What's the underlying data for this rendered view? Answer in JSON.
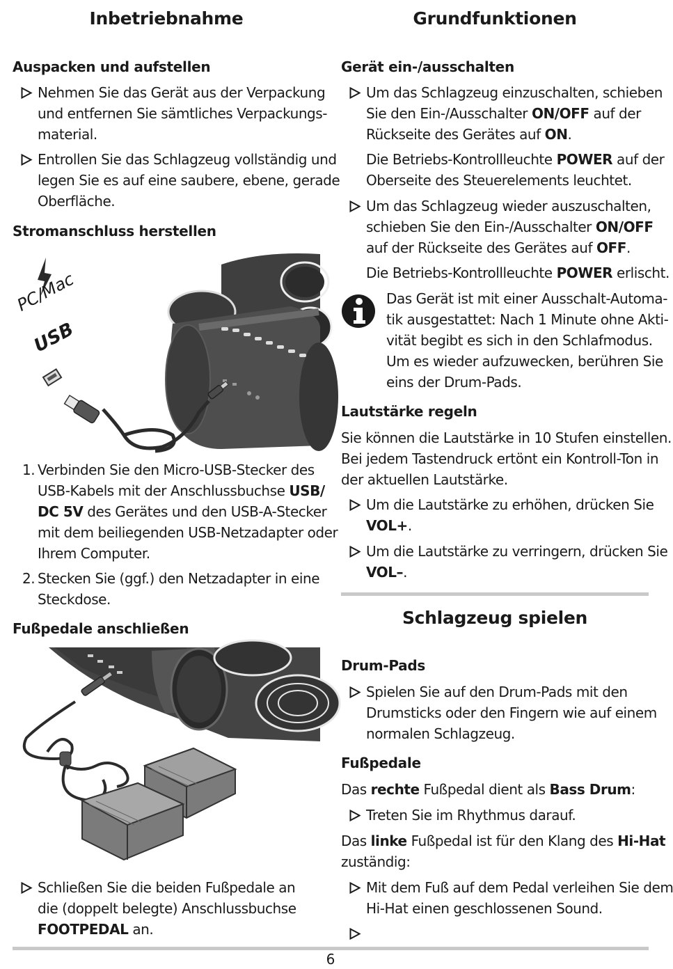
{
  "page_number": "6",
  "left": {
    "title": "Inbetriebnahme",
    "unpack": {
      "heading": "Auspacken und aufstellen",
      "b1": [
        "Nehmen Sie das Gerät aus der Verpackung",
        "und entfernen Sie sämtliches Verpackungs-",
        "material."
      ],
      "b2": [
        "Entrollen Sie das Schlagzeug vollständig und",
        "legen Sie es auf eine saubere, ebene, gerade",
        "Oberfläche."
      ]
    },
    "power": {
      "heading": "Stromanschluss herstellen",
      "fig_label1": "PC/Mac",
      "fig_label2": "USB",
      "s1": {
        "num": "1.",
        "l1": "Verbinden Sie den Micro-USB-Stecker des",
        "l2a": "USB-Kabels mit der Anschlussbuchse ",
        "l2b": "USB/",
        "l3a": "DC 5V",
        "l3b": " des Gerätes und den USB-A-Stecker",
        "l4": "mit dem beiliegenden USB-Netzadapter oder",
        "l5": "Ihrem Computer."
      },
      "s2": {
        "num": "2.",
        "l1": "Stecken Sie (ggf.) den Netzadapter in eine",
        "l2": "Steckdose."
      }
    },
    "pedals": {
      "heading": "Fußpedale anschließen",
      "b1": {
        "l1": "Schließen Sie die beiden Fußpedale an",
        "l2": "die (doppelt belegte) Anschlussbuchse",
        "l3a": "FOOTPEDAL",
        "l3b": " an."
      }
    }
  },
  "right": {
    "title": "Grundfunktionen",
    "onoff": {
      "heading": "Gerät ein-/ausschalten",
      "b1": {
        "l1": "Um das Schlagzeug einzuschalten, schieben",
        "l2a": "Sie den Ein-/Ausschalter ",
        "l2b": "ON/OFF",
        "l2c": " auf der",
        "l3a": "Rückseite des Gerätes auf ",
        "l3b": "ON",
        "l3c": "."
      },
      "p1": {
        "l1a": "Die Betriebs-Kontrollleuchte ",
        "l1b": "POWER",
        "l1c": " auf der",
        "l2": "Oberseite des Steuerelements leuchtet."
      },
      "b2": {
        "l1": "Um das Schlagzeug wieder auszuschalten,",
        "l2a": "schieben Sie den Ein-/Ausschalter ",
        "l2b": "ON/OFF",
        "l3a": "auf der Rückseite des Gerätes auf ",
        "l3b": "OFF",
        "l3c": "."
      },
      "p2": {
        "l1a": "Die Betriebs-Kontrollleuchte ",
        "l1b": "POWER",
        "l1c": " erlischt."
      },
      "info": [
        "Das Gerät ist mit einer Ausschalt-Automa-",
        "tik ausgestattet: Nach 1 Minute ohne Akti-",
        "vität begibt es sich in den Schlafmodus.",
        "Um es wieder aufzuwecken, berühren Sie",
        "eins der Drum-Pads."
      ]
    },
    "volume": {
      "heading": "Lautstärke regeln",
      "p": [
        "Sie können die Lautstärke in 10 Stufen einstellen.",
        "Bei jedem Tastendruck ertönt ein Kontroll-Ton in",
        "der aktuellen Lautstärke."
      ],
      "b1": {
        "l1": "Um die Lautstärke zu erhöhen, drücken Sie",
        "l2a": "VOL+",
        "l2b": "."
      },
      "b2": {
        "l1": "Um die Lautstärke zu verringern, drücken Sie",
        "l2a": "VOL–",
        "l2b": "."
      }
    },
    "play": {
      "title": "Schlagzeug spielen",
      "drum_heading": "Drum-Pads",
      "drum_b": [
        "Spielen Sie auf den Drum-Pads mit den",
        "Drumsticks oder den Fingern wie auf einem",
        "normalen Schlagzeug."
      ],
      "foot_heading": "Fußpedale",
      "foot_p1": {
        "a": "Das ",
        "b": "rechte",
        "c": " Fußpedal dient als ",
        "d": "Bass Drum",
        "e": ":"
      },
      "foot_b1": "Treten Sie im Rhythmus darauf.",
      "foot_p2": {
        "a": "Das ",
        "b": "linke",
        "c": " Fußpedal ist für den Klang des ",
        "d": "Hi-Hat",
        "l2": "zuständig:"
      },
      "foot_b2": [
        "Mit dem Fuß auf dem Pedal verleihen Sie dem",
        "Hi-Hat einen geschlossenen Sound."
      ]
    }
  }
}
